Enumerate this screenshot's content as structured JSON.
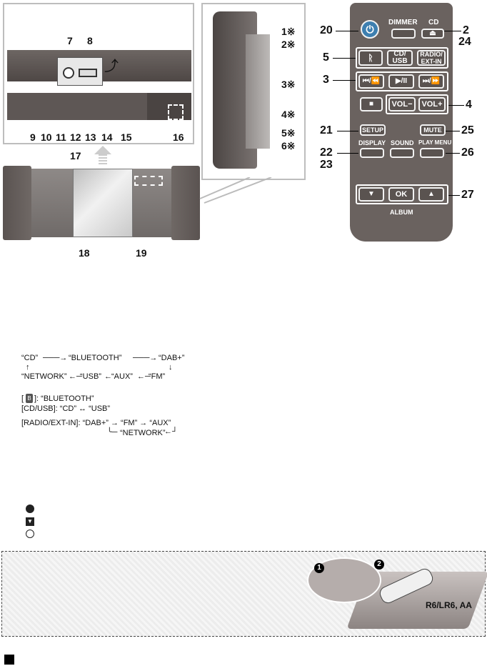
{
  "figure_labels": {
    "unit_top": [
      "7",
      "8",
      "9",
      "10",
      "11",
      "12",
      "13",
      "14",
      "15",
      "16"
    ],
    "unit_main": [
      "17",
      "18",
      "19"
    ],
    "side_panel": [
      "1※",
      "2※",
      "3※",
      "4※",
      "5※",
      "6※"
    ],
    "remote_left": [
      "20",
      "5",
      "3",
      "21",
      "22",
      "23"
    ],
    "remote_right": [
      "2",
      "24",
      "4",
      "25",
      "26",
      "27"
    ]
  },
  "remote": {
    "dimmer": "DIMMER",
    "cd": "CD",
    "eject": "⏏",
    "cd_usb": "CD/\nUSB",
    "radio_ext": "RADIO/\nEXT-IN",
    "prev": "⏮/⏪",
    "play_pause": "▶/II",
    "next": "⏭/⏩",
    "stop": "■",
    "vol_minus": "VOL−",
    "vol_plus": "VOL+",
    "setup": "SETUP",
    "mute": "MUTE",
    "display": "DISPLAY",
    "sound": "SOUND",
    "play_menu": "PLAY MENU",
    "down": "▼",
    "ok": "OK",
    "up": "▲",
    "album": "ALBUM"
  },
  "source_flow": {
    "line1_a": "“CD”",
    "line1_b": "“BLUETOOTH”",
    "line1_c": "“DAB+”",
    "line2_a": "“NETWORK”",
    "line2_b": "“USB”",
    "line2_c": "“AUX”",
    "line2_d": "“FM”",
    "bt_line": "]: “BLUETOOTH”",
    "cdusb_line": "[CD/USB]: “CD” ↔ “USB”",
    "radio_line": "[RADIO/EXT-IN]: “DAB+” → “FM” → “AUX”",
    "radio_line2": "“NETWORK”"
  },
  "battery": {
    "label": "R6/LR6, AA",
    "step1": "1",
    "step2": "2"
  }
}
